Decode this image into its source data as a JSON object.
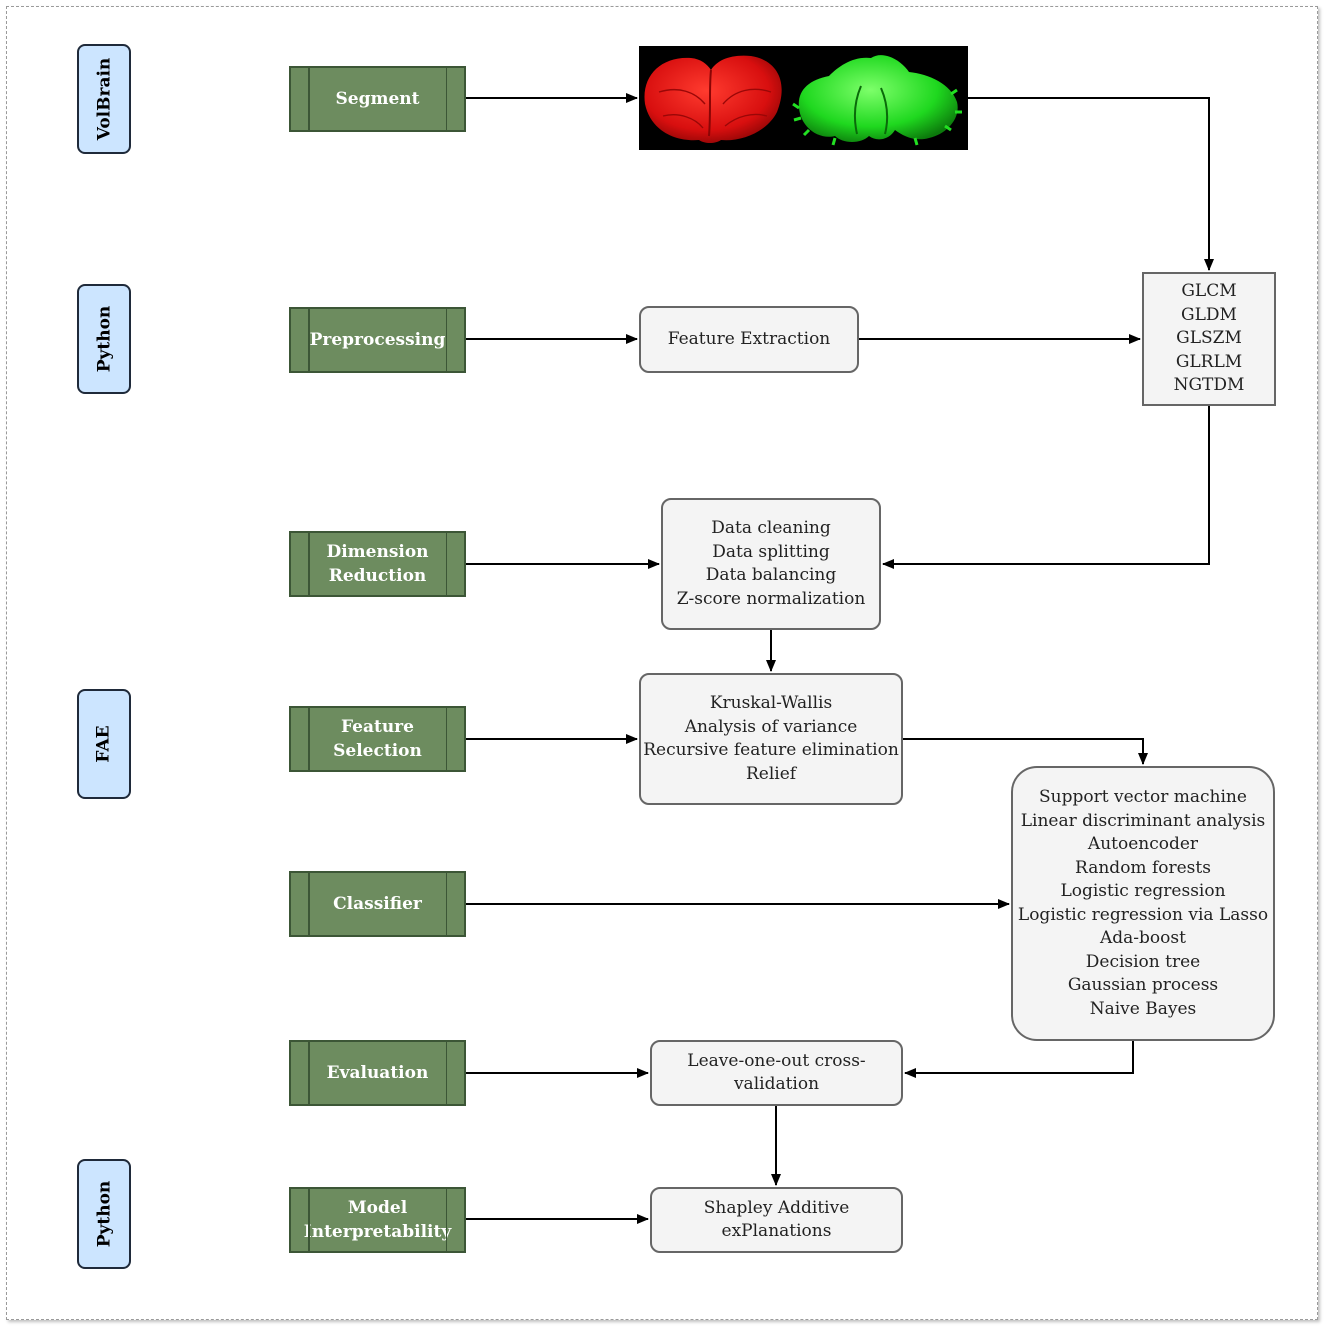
{
  "tools": [
    {
      "id": "volbrain",
      "label": "VolBrain"
    },
    {
      "id": "python-1",
      "label": "Python"
    },
    {
      "id": "fae",
      "label": "FAE"
    },
    {
      "id": "python-2",
      "label": "Python"
    }
  ],
  "steps": [
    {
      "id": "segment",
      "label": "Segment"
    },
    {
      "id": "preprocessing",
      "label": "Preprocessing"
    },
    {
      "id": "dimension-reduction",
      "label": "Dimension\nReduction"
    },
    {
      "id": "feature-selection",
      "label": "Feature\nSelection"
    },
    {
      "id": "classifier",
      "label": "Classifier"
    },
    {
      "id": "evaluation",
      "label": "Evaluation"
    },
    {
      "id": "model-interpretability",
      "label": "Model\nInterpretability"
    }
  ],
  "boxes": {
    "feature_extraction": [
      "Feature Extraction"
    ],
    "texture_features": [
      "GLCM",
      "GLDM",
      "GLSZM",
      "GLRLM",
      "NGTDM"
    ],
    "data_processing": [
      "Data cleaning",
      "Data splitting",
      "Data balancing",
      "Z-score normalization"
    ],
    "selection_methods": [
      "Kruskal-Wallis",
      "Analysis of variance",
      "Recursive feature elimination",
      "Relief"
    ],
    "classifiers": [
      "Support vector machine",
      "Linear discriminant analysis",
      "Autoencoder",
      "Random forests",
      "Logistic regression",
      "Logistic regression via Lasso",
      "Ada-boost",
      "Decision tree",
      "Gaussian process",
      "Naive Bayes"
    ],
    "validation": [
      "Leave-one-out cross-validation"
    ],
    "interpretation": [
      "Shapley Additive exPlanations"
    ]
  },
  "colors": {
    "step_fill": "#6d8c5f",
    "tool_fill": "#cce5ff",
    "brain_red": "#e01010",
    "brain_green": "#22e022"
  }
}
